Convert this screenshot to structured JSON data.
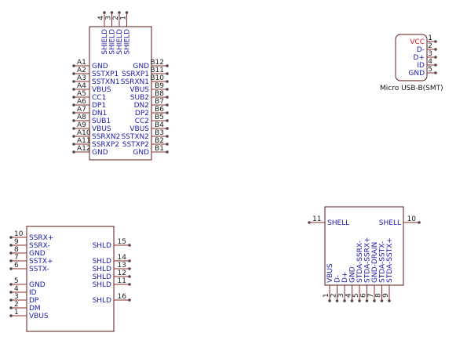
{
  "colors": {
    "background": "#ffffff",
    "body_outline": "#5a1a1a",
    "pin_line": "#8a2b2b",
    "pin_name_text": "#1a1aa8",
    "pin_num_text": "#1a1a1a",
    "pin_dot": "#5a4444",
    "highlight_text": "#d42020",
    "caption_text": "#111111"
  },
  "components": [
    {
      "id": "usb-c-receptacle",
      "pins_top": [
        {
          "num": "4",
          "name": "SHIELD"
        },
        {
          "num": "3",
          "name": "SHIELD"
        },
        {
          "num": "2",
          "name": "SHIELD"
        },
        {
          "num": "1",
          "name": "SHIELD"
        }
      ],
      "pins_left": [
        {
          "num": "A1",
          "name": "GND"
        },
        {
          "num": "A2",
          "name": "SSTXP1"
        },
        {
          "num": "A3",
          "name": "SSTXN1"
        },
        {
          "num": "A4",
          "name": "VBUS"
        },
        {
          "num": "A5",
          "name": "CC1"
        },
        {
          "num": "A6",
          "name": "DP1"
        },
        {
          "num": "A7",
          "name": "DN1"
        },
        {
          "num": "A8",
          "name": "SUB1"
        },
        {
          "num": "A9",
          "name": "VBUS"
        },
        {
          "num": "A10",
          "name": "SSRXN2"
        },
        {
          "num": "A11",
          "name": "SSRXP2"
        },
        {
          "num": "A12",
          "name": "GND"
        }
      ],
      "pins_right": [
        {
          "num": "B12",
          "name": "GND"
        },
        {
          "num": "B11",
          "name": "SSRXP1"
        },
        {
          "num": "B10",
          "name": "SSRXN1"
        },
        {
          "num": "B9",
          "name": "VBUS"
        },
        {
          "num": "B8",
          "name": "SUB2"
        },
        {
          "num": "B7",
          "name": "DN2"
        },
        {
          "num": "B6",
          "name": "DP2"
        },
        {
          "num": "B5",
          "name": "CC2"
        },
        {
          "num": "B4",
          "name": "VBUS"
        },
        {
          "num": "B3",
          "name": "SSTXN2"
        },
        {
          "num": "B2",
          "name": "SSTXP2"
        },
        {
          "num": "B1",
          "name": "GND"
        }
      ]
    },
    {
      "id": "micro-usb-b",
      "caption": "Micro USB-B(SMT)",
      "pins_right": [
        {
          "num": "1",
          "name": "VCC",
          "highlight": true
        },
        {
          "num": "2",
          "name": "D-"
        },
        {
          "num": "3",
          "name": "D+"
        },
        {
          "num": "4",
          "name": "ID"
        },
        {
          "num": "5",
          "name": "GND"
        }
      ]
    },
    {
      "id": "usb3-micro-b",
      "pins_left": [
        {
          "num": "10",
          "name": "SSRX+"
        },
        {
          "num": "9",
          "name": "SSRX-"
        },
        {
          "num": "8",
          "name": "GND"
        },
        {
          "num": "7",
          "name": "SSTX+"
        },
        {
          "num": "6",
          "name": "SSTX-"
        },
        {
          "num": "5",
          "name": "GND"
        },
        {
          "num": "4",
          "name": "ID"
        },
        {
          "num": "3",
          "name": "DP"
        },
        {
          "num": "2",
          "name": "DM"
        },
        {
          "num": "1",
          "name": "VBUS"
        }
      ],
      "pins_right": [
        {
          "num": "15",
          "name": "SHLD"
        },
        {
          "num": "14",
          "name": "SHLD"
        },
        {
          "num": "13",
          "name": "SHLD"
        },
        {
          "num": "12",
          "name": "SHLD"
        },
        {
          "num": "11",
          "name": "SHLD"
        },
        {
          "num": "16",
          "name": "SHLD"
        }
      ]
    },
    {
      "id": "usb3-type-a",
      "pins_side": [
        {
          "num": "11",
          "name": "SHELL"
        },
        {
          "num": "10",
          "name": "SHELL"
        }
      ],
      "pins_bottom": [
        {
          "num": "1",
          "name": "VBUS"
        },
        {
          "num": "2",
          "name": "D-"
        },
        {
          "num": "3",
          "name": "D+"
        },
        {
          "num": "4",
          "name": "GND"
        },
        {
          "num": "5",
          "name": "STDA-SSRX-"
        },
        {
          "num": "6",
          "name": "STDA-SSRX+"
        },
        {
          "num": "7",
          "name": "GND-DRAIN"
        },
        {
          "num": "8",
          "name": "STDA-SSTX-"
        },
        {
          "num": "9",
          "name": "STDA-SSTX+"
        }
      ]
    }
  ]
}
